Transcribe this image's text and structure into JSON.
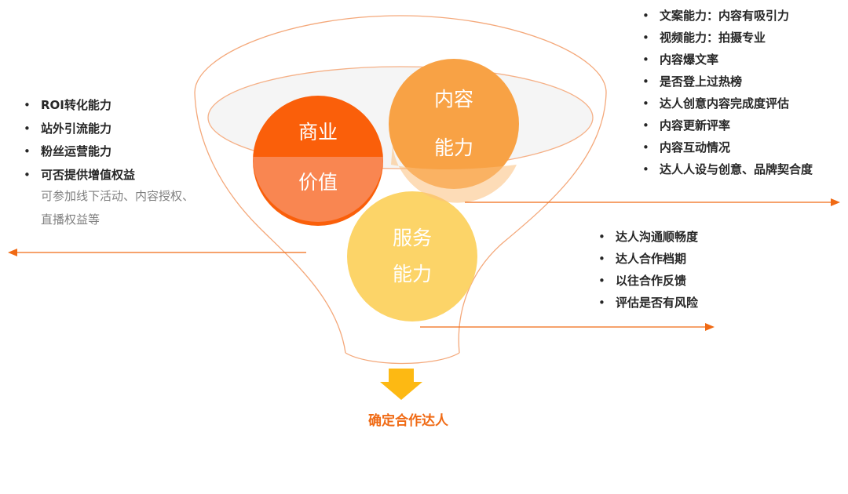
{
  "colors": {
    "accent": "#f06a14",
    "circle_business": "#fa5f0a",
    "circle_content": "#f8a245",
    "circle_service": "#fcd468",
    "down_arrow": "#fdb913",
    "text_dark": "#262626",
    "text_gray": "#808080"
  },
  "circles": {
    "business": [
      "商业",
      "价值"
    ],
    "content": [
      "内容",
      "能力"
    ],
    "service": [
      "服务",
      "能力"
    ]
  },
  "left_list": {
    "items": [
      "ROI转化能力",
      "站外引流能力",
      "粉丝运营能力",
      "可否提供增值权益"
    ],
    "note_lines": [
      "可参加线下活动、内容授权、",
      "直播权益等"
    ]
  },
  "right_top_list": {
    "items": [
      "文案能力：内容有吸引力",
      "视频能力：拍摄专业",
      "内容爆文率",
      "是否登上过热榜",
      "达人创意内容完成度评估",
      "内容更新评率",
      "内容互动情况",
      "达人人设与创意、品牌契合度"
    ]
  },
  "right_bottom_list": {
    "items": [
      "达人沟通顺畅度",
      "达人合作档期",
      "以往合作反馈",
      "评估是否有风险"
    ]
  },
  "conclusion": "确定合作达人"
}
